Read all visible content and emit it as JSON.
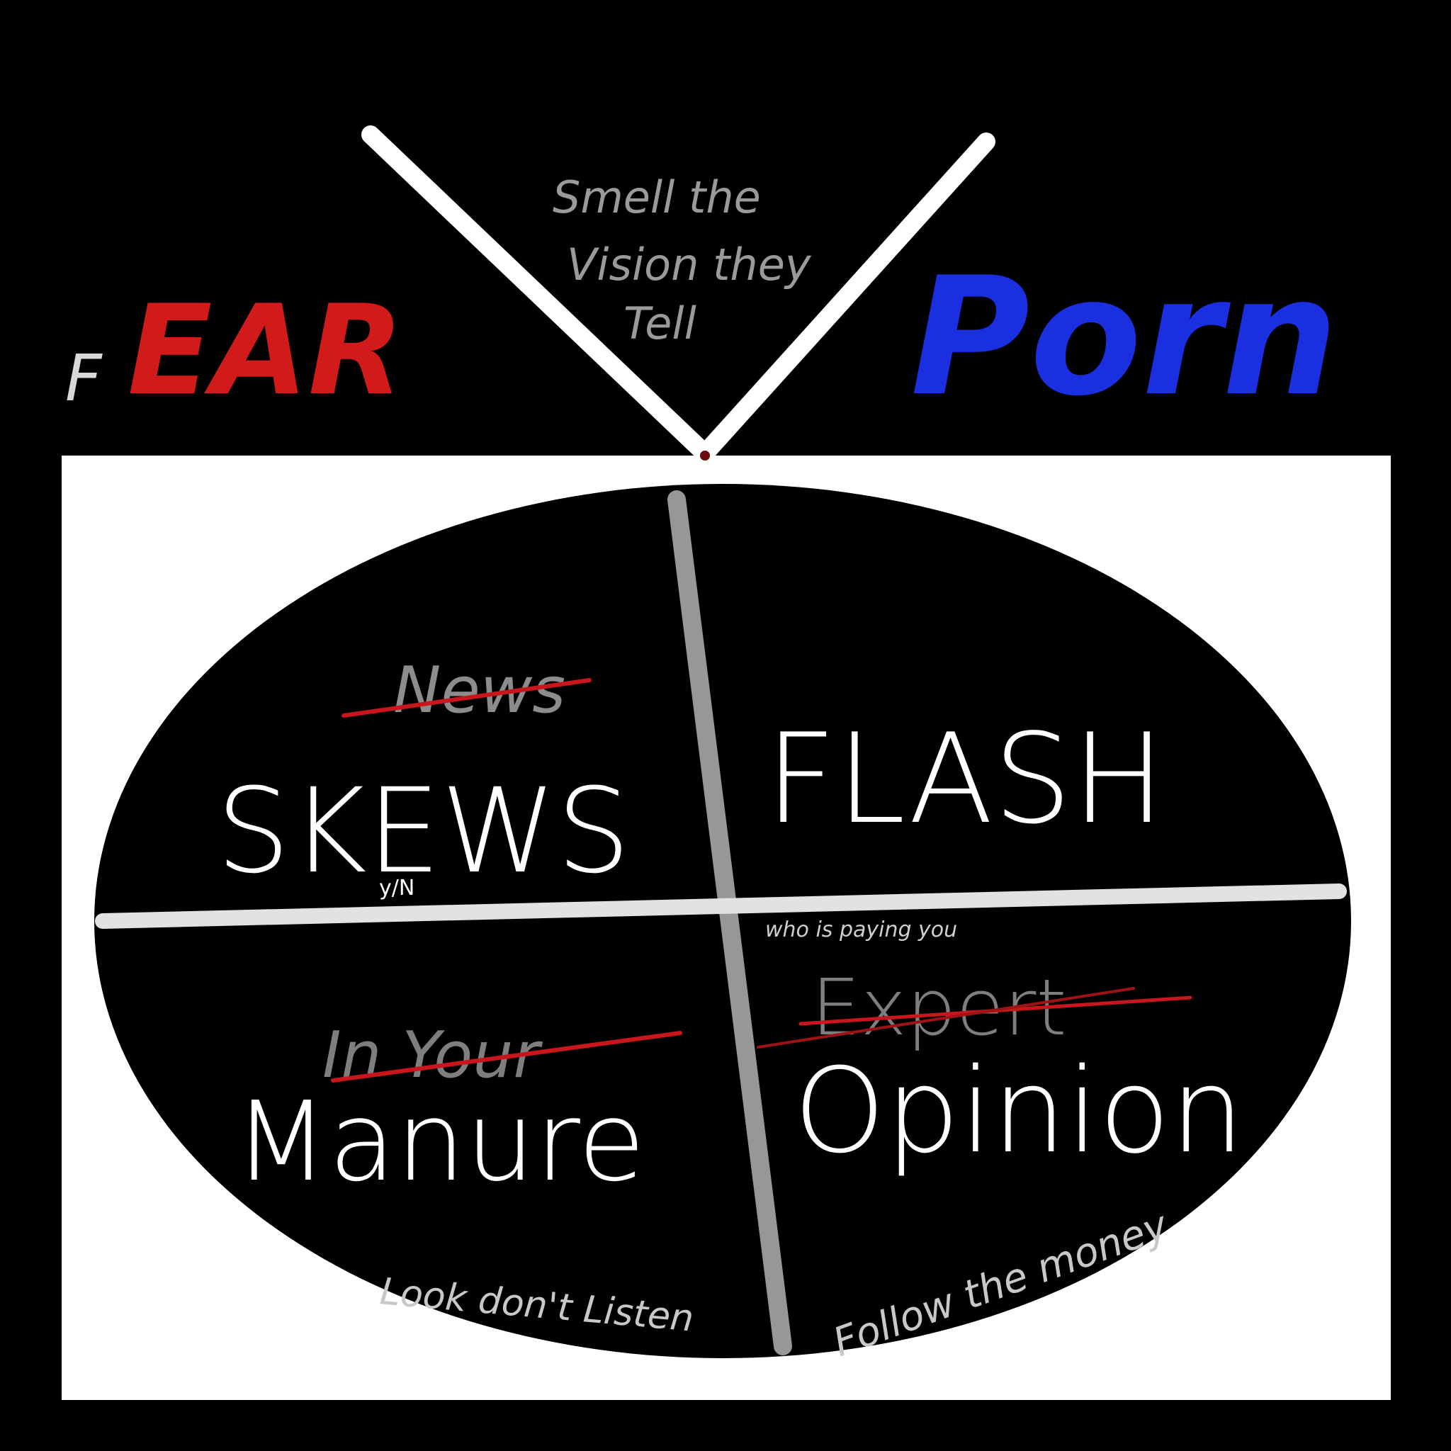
{
  "header": {
    "fear_prefix": "F",
    "fear_word": "EAR",
    "porn_word": "Porn",
    "antenna_note": [
      "Smell the",
      "Vision they",
      "Tell"
    ]
  },
  "screen": {
    "top_left": {
      "struck": "News",
      "main": "SKEWS",
      "mark": "y/N"
    },
    "top_right": {
      "main": "FLASH"
    },
    "center_note": "who is paying you",
    "bottom_left": {
      "struck": "In Your",
      "main": "Manure",
      "footnote": "Look don't Listen"
    },
    "bottom_right": {
      "struck": "Expert",
      "main": "Opinion",
      "footnote": "Follow the money"
    }
  },
  "colors": {
    "background": "#000000",
    "tv_body": "#ffffff",
    "screen": "#000000",
    "fear_red": "#d11a1a",
    "porn_blue": "#1a2fe0",
    "strike_red": "#c8161c",
    "chalk_grey": "#b8b8b8"
  }
}
